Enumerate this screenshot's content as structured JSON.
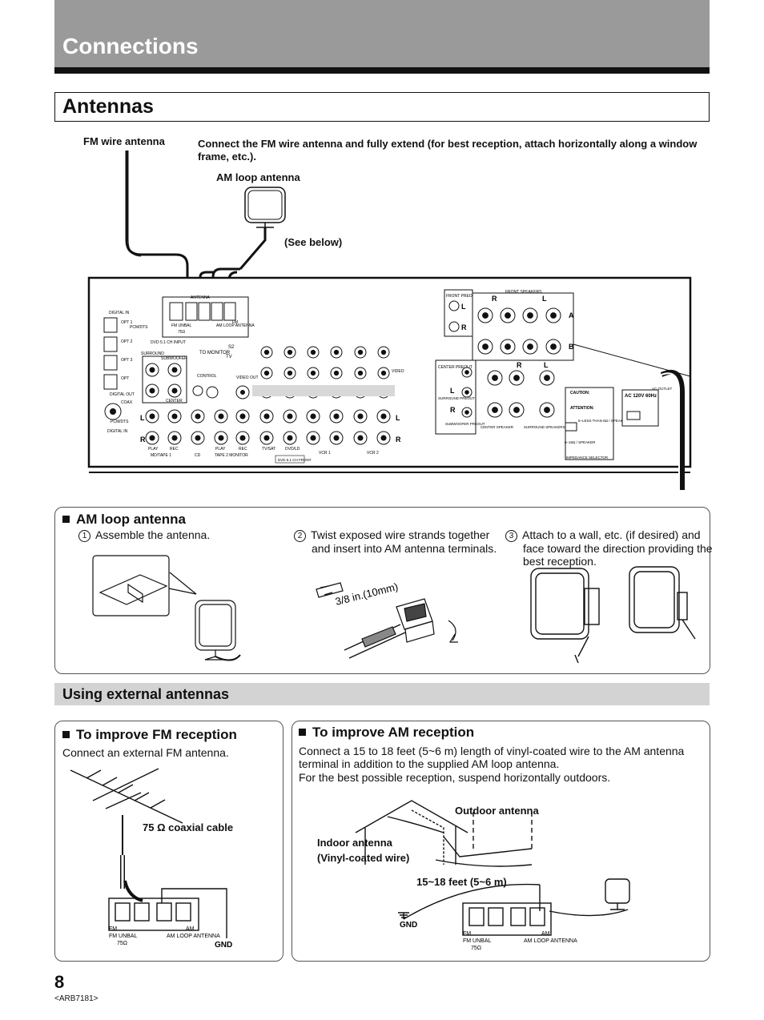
{
  "header": {
    "title": "Connections"
  },
  "section": {
    "title": "Antennas"
  },
  "top_diagram": {
    "fm_label": "FM wire antenna",
    "instruction": "Connect the FM wire antenna and fully extend (for best reception, attach horizontally along a window frame, etc.).",
    "am_label": "AM loop antenna",
    "see_below": "(See below)"
  },
  "panel_labels": {
    "antenna": "ANTENNA",
    "fm_unbal": "FM UNBAL",
    "ohm75": "75Ω",
    "am_loop": "AM LOOP ANTENNA",
    "fm": "FM",
    "digital_in": "DIGITAL IN",
    "digital_out": "DIGITAL OUT",
    "opt1": "OPT 1",
    "opt2": "OPT 2",
    "opt3": "OPT 3",
    "opt": "OPT",
    "pcm_dts": "PCM/DTS",
    "coax": "COAX",
    "dvd_input": "DVD 5.1 CH INPUT",
    "surround": "SURROUND",
    "subwoofer": "SUBWOOFER",
    "center": "CENTER",
    "to_monitor": "TO MONITOR",
    "tv": "TV",
    "control": "CONTROL",
    "video_out": "VIDEO OUT",
    "in": "IN",
    "out": "OUT",
    "s2": "S2",
    "video": "VIDEO",
    "play": "PLAY",
    "rec": "REC",
    "md_tape1": "MD/TAPE 1",
    "cd": "CD",
    "tape2_monitor": "TAPE 2 MONITOR",
    "tv_sat": "TV/SAT",
    "dvd_ld": "DVD/LD",
    "dvd_front": "DVD 5.1 CH FRONT",
    "vcr1": "VCR 1",
    "vcr2": "VCR 2",
    "l": "L",
    "r": "R",
    "front_preout": "FRONT PREOUT",
    "front_speakers": "FRONT SPEAKERS",
    "a": "A",
    "b": "B",
    "center_preout": "CENTER PREOUT",
    "surround_preout": "SURROUND PREOUT",
    "subwoofer_preout": "SUBWOOFER PREOUT",
    "center_speaker": "CENTER SPEAKER",
    "surround_speakers": "SURROUND SPEAKERS",
    "caution": "CAUTION:",
    "attention": "ATTENTION:",
    "impedance_selector": "IMPEDANCE SELECTOR",
    "ac_outlet": "AC OUTLET",
    "ac_rating": "AC 120V 60Hz",
    "speaker_6_16": "6–16Ω / SPEAKER",
    "speaker_less_6": "6–LESS THAN 6Ω / SPEAKER"
  },
  "am_section": {
    "title": "AM loop antenna",
    "steps": [
      {
        "num": "1",
        "text": "Assemble the antenna."
      },
      {
        "num": "2",
        "text": "Twist exposed wire strands together and insert into AM antenna terminals."
      },
      {
        "num": "3",
        "text": "Attach to a wall, etc. (if desired) and face toward the direction providing the best reception."
      }
    ],
    "strip_label": "3/8 in.(10mm)"
  },
  "external": {
    "title": "Using external antennas"
  },
  "fm_box": {
    "title": "To improve FM reception",
    "text": "Connect an external FM antenna.",
    "cable_label": "75 Ω coaxial cable",
    "gnd": "GND",
    "fm_unbal": "FM UNBAL",
    "ohm75": "75Ω",
    "am_loop": "AM LOOP ANTENNA",
    "fm": "FM",
    "am": "AM"
  },
  "am_box": {
    "title": "To improve AM reception",
    "text1": "Connect a 15 to 18 feet (5~6 m) length of vinyl-coated wire to the AM antenna terminal in addition to the supplied AM loop antenna.",
    "text2": "For the best possible reception, suspend horizontally outdoors.",
    "outdoor": "Outdoor antenna",
    "indoor1": "Indoor antenna",
    "indoor2": "(Vinyl-coated wire)",
    "length": "15~18 feet (5~6 m)",
    "gnd": "GND"
  },
  "footer": {
    "page": "8",
    "code": "<ARB7181>"
  }
}
